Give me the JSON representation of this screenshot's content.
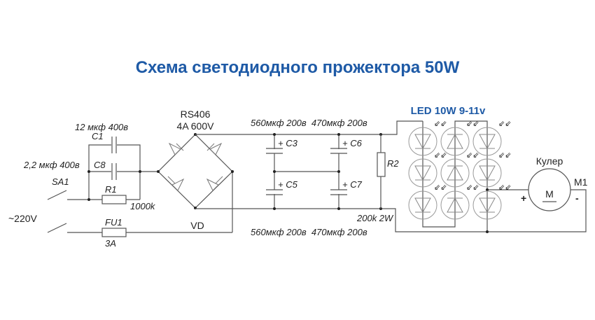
{
  "title": "Схема светодиодного прожектора 50W",
  "colors": {
    "title": "#1e5aa6",
    "wire": "#555555"
  },
  "input": {
    "voltage": "~220V",
    "switch": "SA1",
    "fuse": "FU1",
    "fuse_rating": "3A"
  },
  "c1": {
    "name": "C1",
    "value": "12 мкф 400в"
  },
  "c8": {
    "name": "C8",
    "value": "2,2 мкф 400в"
  },
  "r1": {
    "name": "R1",
    "value": "1000k"
  },
  "bridge": {
    "model": "RS406",
    "rating": "4A 600V",
    "name": "VD"
  },
  "caps": {
    "top_values": "560мкф 200в  470мкф 200в",
    "bottom_values": "560мкф 200в  470мкф 200в",
    "c3": "C3",
    "c5": "C5",
    "c6": "C6",
    "c7": "C7"
  },
  "r2": {
    "name": "R2",
    "value": "200k 2W"
  },
  "leds": {
    "label": "LED 10W 9-11v"
  },
  "motor": {
    "name": "Кулер",
    "symbol": "M",
    "ref": "M1",
    "plus": "+",
    "minus": "-"
  }
}
